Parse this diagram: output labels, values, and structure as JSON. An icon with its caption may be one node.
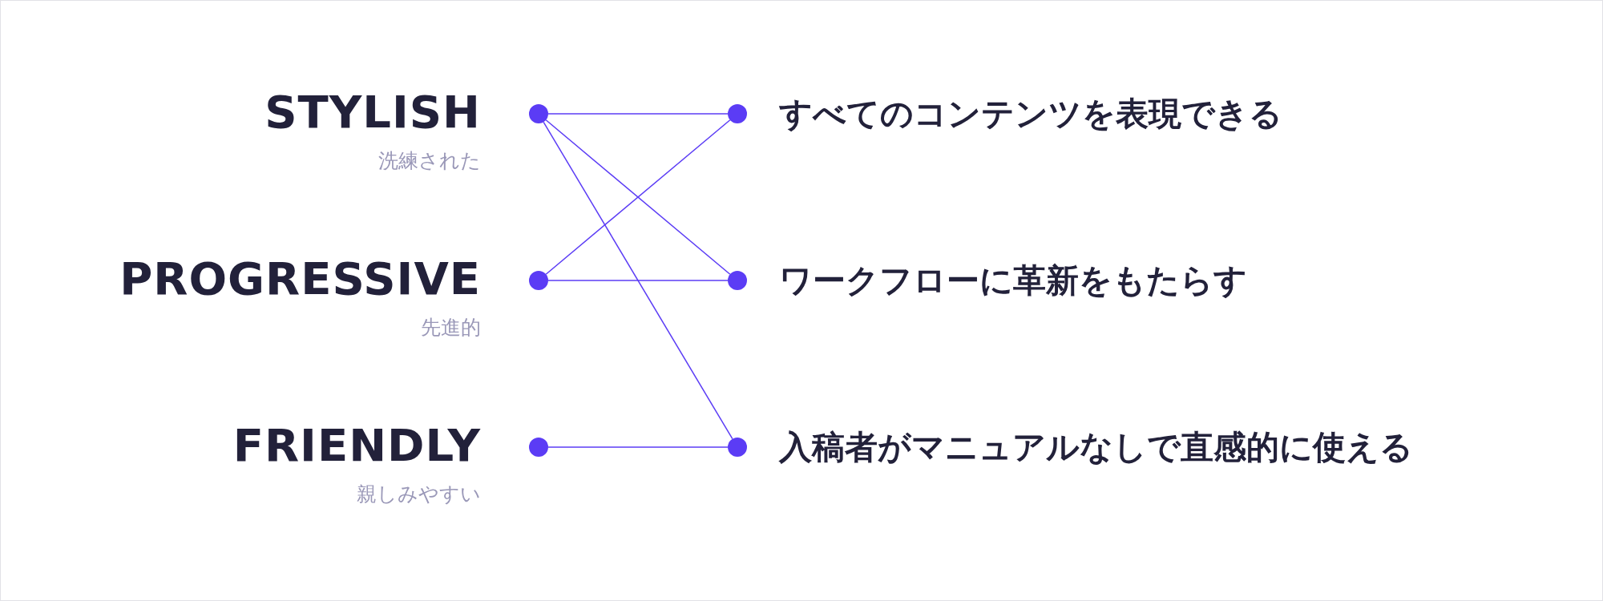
{
  "diagram": {
    "nodes": [
      {
        "text": [
          "STYLISH",
          "洗練された"
        ]
      },
      {
        "text": [
          "PROGRESSIVE",
          "先進的"
        ]
      },
      {
        "text": [
          "FRIENDLY",
          "親しみやすい"
        ]
      },
      {
        "text": [
          "すべてのコンテンツを表現できる"
        ]
      },
      {
        "text": [
          "ワークフローに革新をもたらす"
        ]
      },
      {
        "text": [
          "入稿者がマニュアルなしで直感的に使える"
        ]
      },
      {
        "text": [],
        "shape": "circle"
      },
      {
        "text": [],
        "shape": "circle"
      },
      {
        "text": [],
        "shape": "circle"
      },
      {
        "text": [],
        "shape": "circle"
      },
      {
        "text": [],
        "shape": "circle"
      },
      {
        "text": [],
        "shape": "circle"
      }
    ],
    "edges": [
      {
        "from": 6,
        "to": 9,
        "arrow": "none"
      },
      {
        "from": 6,
        "to": 10,
        "arrow": "none"
      },
      {
        "from": 6,
        "to": 11,
        "arrow": "none"
      },
      {
        "from": 7,
        "to": 9,
        "arrow": "none"
      },
      {
        "from": 7,
        "to": 10,
        "arrow": "none"
      },
      {
        "from": 8,
        "to": 11,
        "arrow": "none"
      }
    ]
  }
}
